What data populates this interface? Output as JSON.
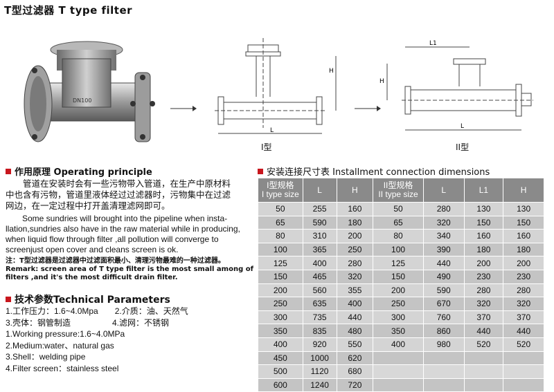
{
  "title": "T型过滤器 T type filter",
  "figures": {
    "type1_label": "I型",
    "type2_label": "II型",
    "dim_H": "H",
    "dim_L": "L",
    "dim_L1": "L1"
  },
  "principle": {
    "heading": "作用原理 Operating principle",
    "cn": [
      "　　管道在安装时会有一些污物带入管道，在生产中原材料",
      "中也含有污物，管道里液体经过过滤器时，污物集中在过滤",
      "网边，在一定过程中打开盖清理滤网即可。"
    ],
    "en": [
      "　　Some sundries will brought into the pipeline when insta-",
      "llation,sundries also have in the raw material while in producing,",
      "when liquid flow through filter ,all pollution will converge to",
      "screenjust open cover and cleans screen is ok."
    ],
    "note_cn": "注：T型过滤器是过滤器中过滤面积最小、清理污物最难的一种过滤器。",
    "note_en": [
      "Remark: screen area of T type filter is the most small among of",
      "filters ,and it's the most difficult drain filter."
    ]
  },
  "params": {
    "heading": "技术参数Technical Parameters",
    "lines": [
      "1.工作压力：1.6~4.0Mpa　　2.介质：油、天然气",
      "3.壳体：钢管制造　　　　　4.滤网：不锈钢",
      "1.Working pressure:1.6~4.0MPa",
      "2.Medium:water、natural gas",
      "3.Shell：welding pipe",
      "4.Filter screen：stainless steel"
    ]
  },
  "dimensions": {
    "heading": "安装连接尺寸表 Installment connection dimensions",
    "headers": [
      "I型规格\nI type size",
      "L",
      "H",
      "II型规格\nII type size",
      "L",
      "L1",
      "H"
    ],
    "rows": [
      [
        "50",
        "255",
        "160",
        "50",
        "280",
        "130",
        "130"
      ],
      [
        "65",
        "590",
        "180",
        "65",
        "320",
        "150",
        "150"
      ],
      [
        "80",
        "310",
        "200",
        "80",
        "340",
        "160",
        "160"
      ],
      [
        "100",
        "365",
        "250",
        "100",
        "390",
        "180",
        "180"
      ],
      [
        "125",
        "400",
        "280",
        "125",
        "440",
        "200",
        "200"
      ],
      [
        "150",
        "465",
        "320",
        "150",
        "490",
        "230",
        "230"
      ],
      [
        "200",
        "560",
        "355",
        "200",
        "590",
        "280",
        "280"
      ],
      [
        "250",
        "635",
        "400",
        "250",
        "670",
        "320",
        "320"
      ],
      [
        "300",
        "735",
        "440",
        "300",
        "760",
        "370",
        "370"
      ],
      [
        "350",
        "835",
        "480",
        "350",
        "860",
        "440",
        "440"
      ],
      [
        "400",
        "920",
        "550",
        "400",
        "980",
        "520",
        "520"
      ],
      [
        "450",
        "1000",
        "620",
        "",
        "",
        "",
        ""
      ],
      [
        "500",
        "1120",
        "680",
        "",
        "",
        "",
        ""
      ],
      [
        "600",
        "1240",
        "720",
        "",
        "",
        "",
        ""
      ]
    ]
  }
}
